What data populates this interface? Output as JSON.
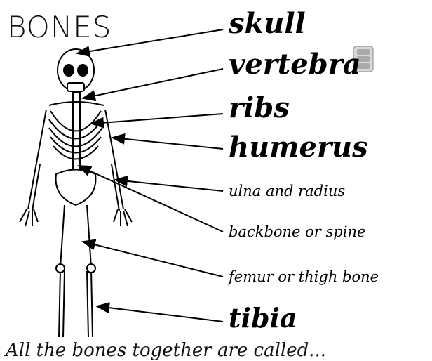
{
  "title": "BONES",
  "labels": {
    "skull": "skull",
    "vertebra": "vertebra",
    "ribs": "ribs",
    "humerus": "humerus",
    "ulna_radius": "ulna and radius",
    "backbone": "backbone or spine",
    "femur": "femur or thigh bone",
    "tibia": "tibia"
  },
  "footer": "All the bones together are called..."
}
